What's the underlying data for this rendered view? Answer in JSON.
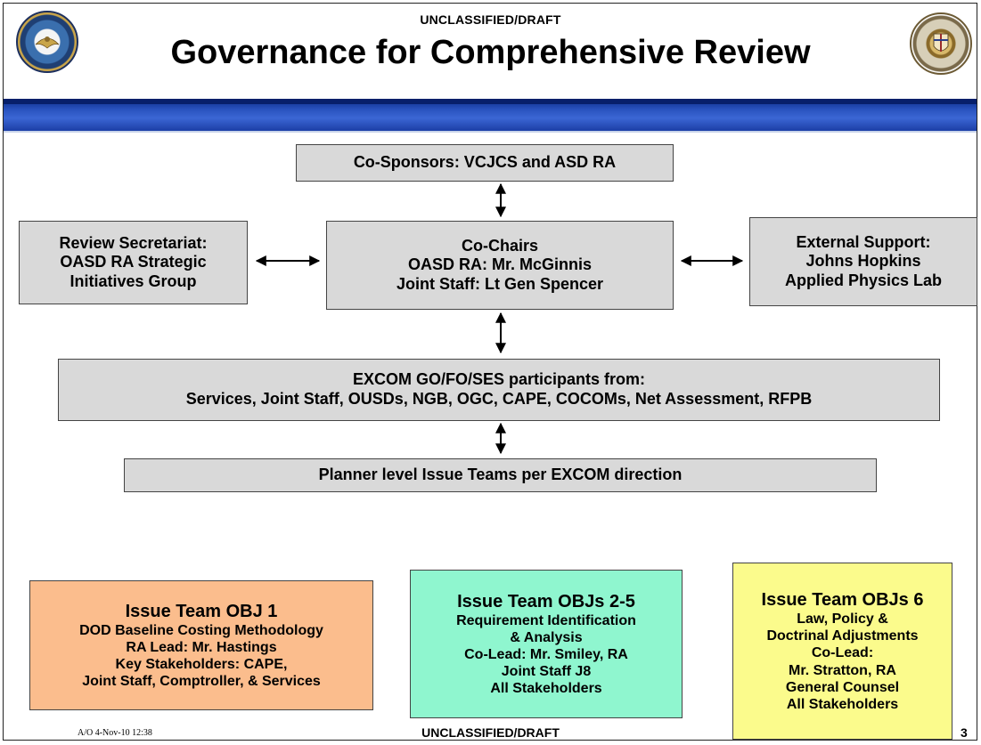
{
  "header": {
    "classification_top": "UNCLASSIFIED/DRAFT",
    "title": "Governance for Comprehensive Review",
    "left_seal_icon": "dod-seal",
    "right_seal_icon": "joint-chiefs-seal",
    "bar_color": "#2a54c0"
  },
  "boxes": {
    "co_sponsors": [
      "Co-Sponsors:  VCJCS and ASD RA"
    ],
    "review_secretariat": [
      "Review Secretariat:",
      "OASD RA Strategic",
      "Initiatives Group"
    ],
    "co_chairs": [
      "Co-Chairs",
      "OASD RA:  Mr. McGinnis",
      "Joint Staff:  Lt Gen Spencer"
    ],
    "external_support": [
      "External Support:",
      "Johns Hopkins",
      "Applied Physics Lab"
    ],
    "excom": [
      "EXCOM GO/FO/SES participants from:",
      "Services, Joint Staff, OUSDs, NGB, OGC, CAPE, COCOMs, Net Assessment, RFPB"
    ],
    "planner": [
      "Planner level Issue Teams per EXCOM direction"
    ]
  },
  "issue_teams": [
    {
      "heading": "Issue Team OBJ 1",
      "lines": [
        "DOD Baseline Costing Methodology",
        "RA Lead:  Mr. Hastings",
        "Key Stakeholders: CAPE,",
        "Joint Staff, Comptroller, & Services"
      ],
      "color": "#fbbd8d"
    },
    {
      "heading": "Issue Team OBJs 2-5",
      "lines": [
        "Requirement Identification",
        "& Analysis",
        "Co-Lead:  Mr. Smiley, RA",
        "Joint Staff J8",
        "All Stakeholders"
      ],
      "color": "#8ff6cf"
    },
    {
      "heading": "Issue Team OBJs 6",
      "lines": [
        "Law, Policy &",
        "Doctrinal Adjustments",
        "Co-Lead:",
        "Mr. Stratton, RA",
        "General Counsel",
        "All Stakeholders"
      ],
      "color": "#fbfb8c"
    }
  ],
  "footer": {
    "date_stamp": "A/O 4-Nov-10 12:38",
    "classification_bottom": "UNCLASSIFIED/DRAFT",
    "page_number": "3"
  }
}
